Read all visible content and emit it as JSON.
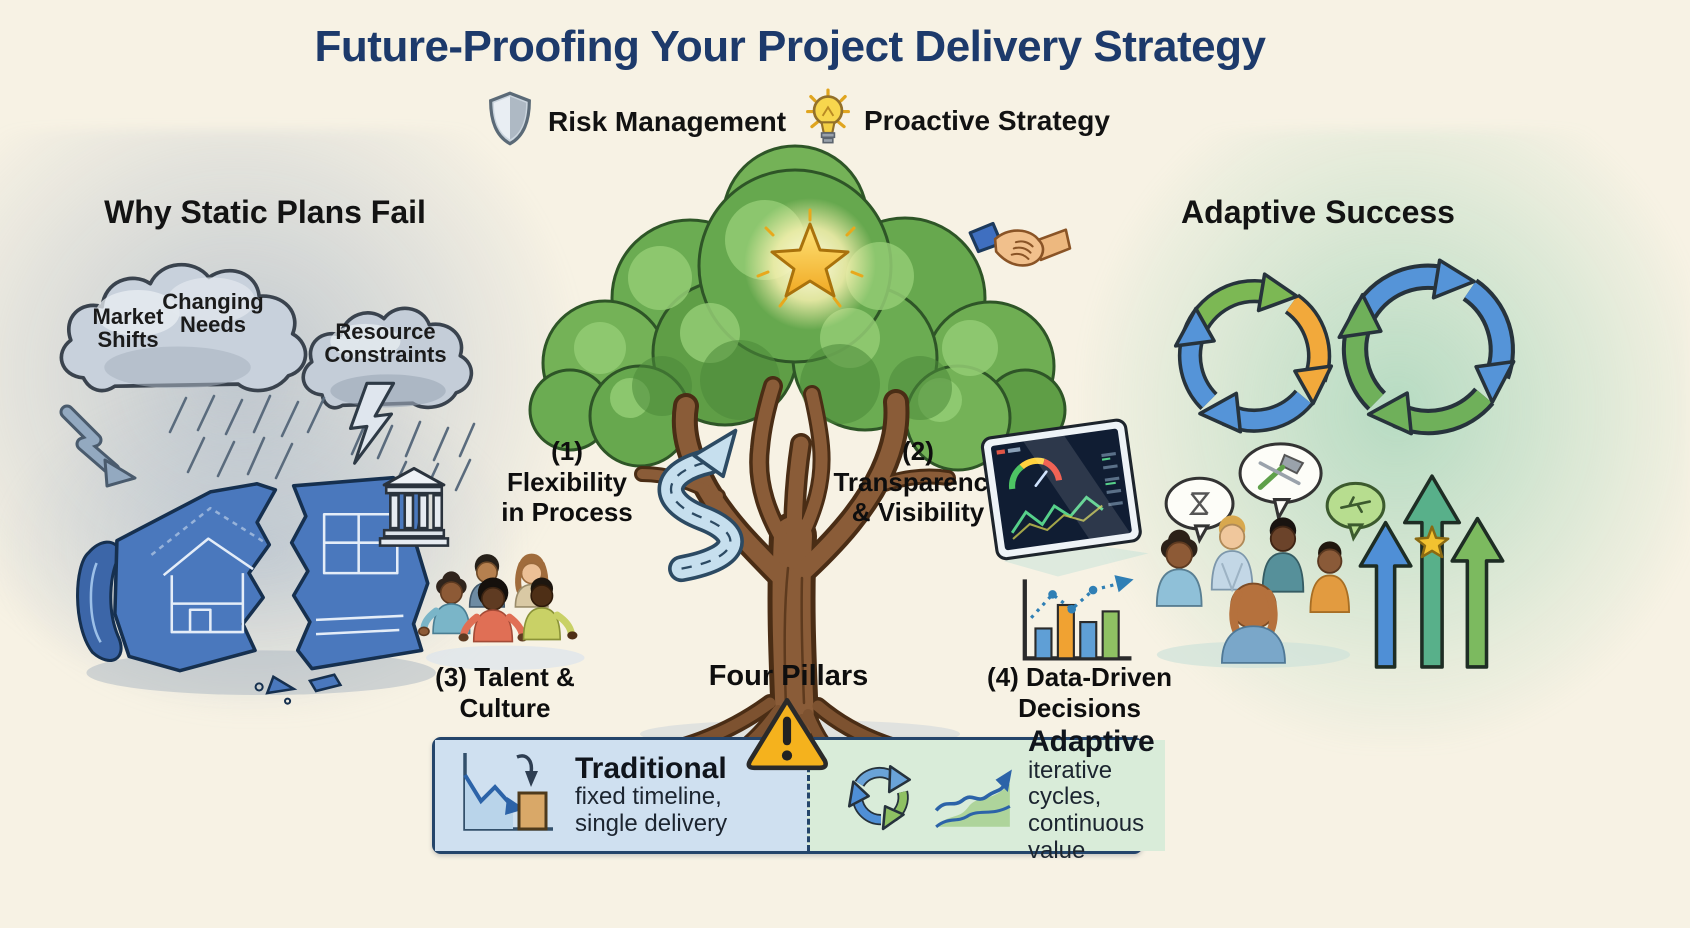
{
  "header": {
    "title": "Future-Proofing Your Project Delivery Strategy",
    "legend": [
      {
        "icon": "shield-icon",
        "label": "Risk Management"
      },
      {
        "icon": "lightbulb-icon",
        "label": "Proactive Strategy"
      }
    ]
  },
  "left": {
    "heading": "Why Static Plans Fail",
    "cloud_labels": [
      "Market\nShifts",
      "Changing\nNeeds",
      "Resource\nConstraints"
    ]
  },
  "center": {
    "pillars_label": "Four Pillars",
    "pillar1": "(1)\nFlexibility\nin Process",
    "pillar2": "(2)\nTransparency\n& Visibility",
    "pillar3": "(3) Talent &\nCulture",
    "pillar4": "(4) Data-Driven\nDecisions"
  },
  "right": {
    "heading": "Adaptive Success"
  },
  "comparison": {
    "traditional": {
      "title": "Traditional",
      "description": "fixed timeline,\nsingle delivery"
    },
    "adaptive": {
      "title": "Adaptive",
      "description": "iterative cycles,\ncontinuous value"
    }
  },
  "icons": {
    "header": [
      "shield-icon",
      "lightbulb-icon"
    ],
    "left": [
      "storm-cloud-icon",
      "rain-icon",
      "lightning-icon",
      "down-trend-arrow-icon",
      "torn-blueprint-icon",
      "bank-icon"
    ],
    "center": [
      "tree-icon",
      "star-icon",
      "handshake-icon",
      "winding-road-icon",
      "dashboard-icon",
      "talent-group-icon",
      "bar-chart-icon",
      "warning-icon"
    ],
    "right": [
      "cycle-icon",
      "team-discussion-icon",
      "speech-bubble-icon",
      "growth-arrows-icon"
    ],
    "comparison": [
      "declining-chart-icon",
      "mini-cycle-icon",
      "rising-chart-icon"
    ]
  },
  "colors": {
    "background": "#f7f2e4",
    "title_navy": "#1d3a6b",
    "blueprint_blue": "#4a78bd",
    "canopy_green": "#66a84e",
    "trunk_brown": "#8a5c38",
    "traditional_bg": "#cfe0f0",
    "adaptive_bg": "#d9ecd9",
    "warning_yellow": "#f5b21d",
    "cycle_blue": "#5594d8",
    "cycle_green": "#7cb854",
    "cycle_yellow": "#f2a93b"
  }
}
